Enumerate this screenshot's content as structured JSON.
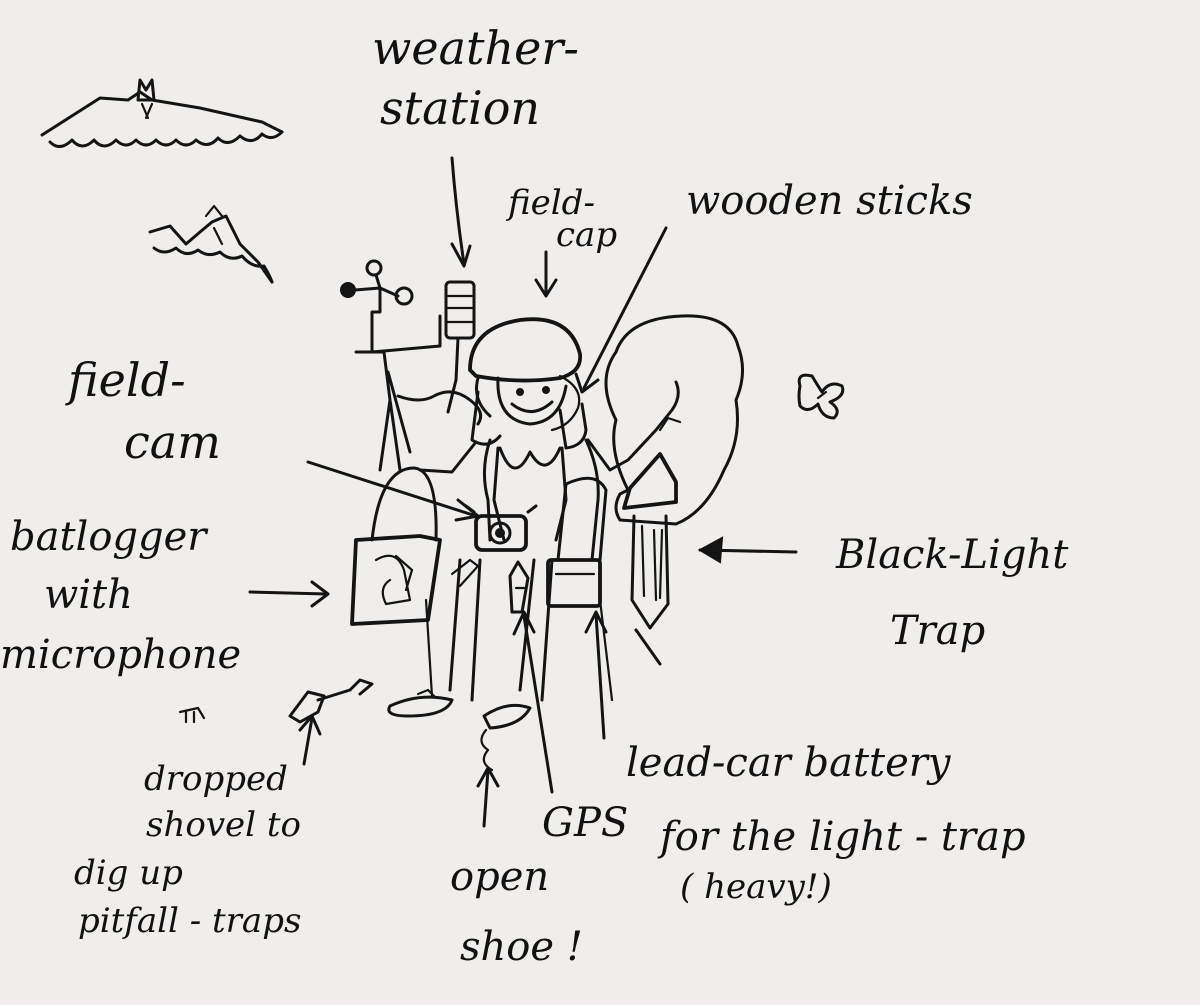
{
  "labels": {
    "weather_station": [
      "weather-",
      "station"
    ],
    "field_cap": [
      "field-",
      "cap"
    ],
    "wooden_sticks": "wooden sticks",
    "field_cam": [
      "field-",
      "cam"
    ],
    "batlogger": [
      "batlogger",
      "with",
      "microphone"
    ],
    "black_light_trap": [
      "Black-Light",
      "Trap"
    ],
    "dropped_shovel": [
      "dropped",
      "shovel to",
      "dig up",
      "pitfall - traps"
    ],
    "open_shoe": [
      "open",
      "shoe !"
    ],
    "gps": "GPS",
    "battery": [
      "lead-car battery",
      "for the light - trap",
      "( heavy!)"
    ]
  },
  "colors": {
    "ink": "#141414",
    "paper": "#efeeec"
  }
}
